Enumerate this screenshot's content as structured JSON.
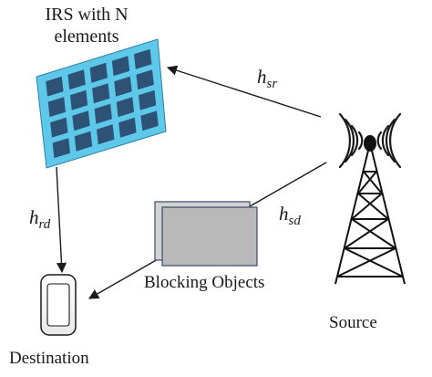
{
  "irs": {
    "title_line1": "IRS with N",
    "title_line2": "elements"
  },
  "channels": {
    "h_sr": {
      "symbol": "h",
      "sub": "sr"
    },
    "h_rd": {
      "symbol": "h",
      "sub": "rd"
    },
    "h_sd": {
      "symbol": "h",
      "sub": "sd"
    }
  },
  "blocking": {
    "label": "Blocking Objects"
  },
  "source": {
    "label": "Source"
  },
  "destination": {
    "label": "Destination"
  },
  "colors": {
    "irs_panel": "#5ec8ea",
    "irs_element": "#2d5276",
    "blocker_fill": "#b9b9b9",
    "blocker_border": "#3a4a6a",
    "line": "#1a1a1a"
  },
  "icons": [
    "irs-panel-icon",
    "antenna-tower-icon",
    "radio-waves-icon",
    "phone-icon",
    "blocking-object-icon"
  ]
}
